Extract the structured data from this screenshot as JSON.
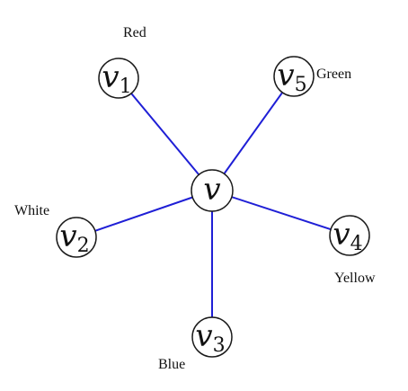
{
  "graph": {
    "center": {
      "id": "v",
      "var": "v",
      "sub": ""
    },
    "nodes": [
      {
        "id": "v1",
        "var": "v",
        "sub": "1",
        "color_label": "Red"
      },
      {
        "id": "v2",
        "var": "v",
        "sub": "2",
        "color_label": "White"
      },
      {
        "id": "v3",
        "var": "v",
        "sub": "3",
        "color_label": "Blue"
      },
      {
        "id": "v4",
        "var": "v",
        "sub": "4",
        "color_label": "Yellow"
      },
      {
        "id": "v5",
        "var": "v",
        "sub": "5",
        "color_label": "Green"
      }
    ],
    "edges": [
      {
        "from": "v",
        "to": "v1"
      },
      {
        "from": "v",
        "to": "v2"
      },
      {
        "from": "v",
        "to": "v3"
      },
      {
        "from": "v",
        "to": "v4"
      },
      {
        "from": "v",
        "to": "v5"
      }
    ],
    "edge_color": "#1f1fd6"
  }
}
